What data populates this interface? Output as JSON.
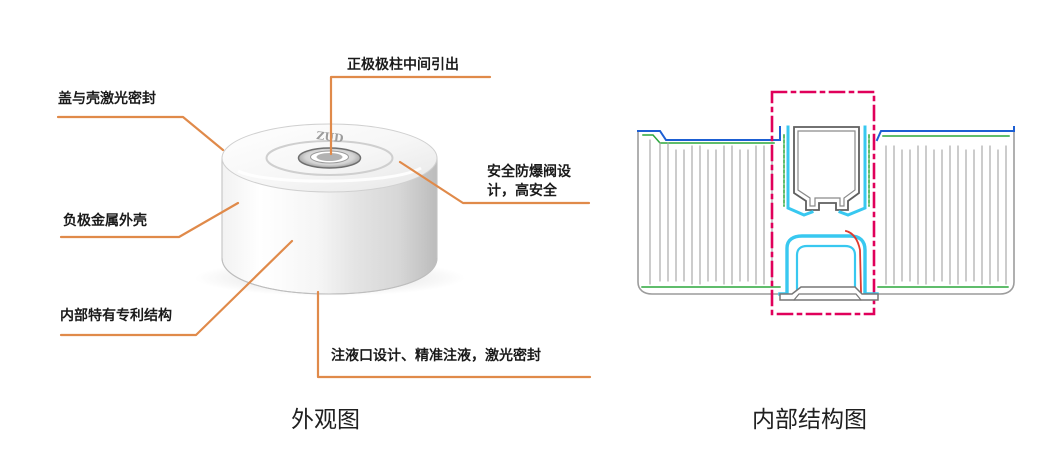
{
  "labels": {
    "top_terminal": "正极极柱中间引出",
    "cover_weld": "盖与壳激光密封",
    "safety_valve": "安全防爆阀设\n计，高安全",
    "negative_case": "负极金属外壳",
    "internal_structure": "内部特有专利结构",
    "liquid_injection": "注液口设计、精准注液，激光密封"
  },
  "battery_marking": "ZUD",
  "captions": {
    "exterior": "外观图",
    "interior": "内部结构图"
  },
  "colors": {
    "leader_line": "#e08a4a",
    "red_outline": "#e0005a",
    "blue_edge": "#1d5fd3",
    "cyan_tab": "#38c8f0",
    "green_line": "#2ba73c",
    "gray_stroke": "#9a9a9a"
  }
}
